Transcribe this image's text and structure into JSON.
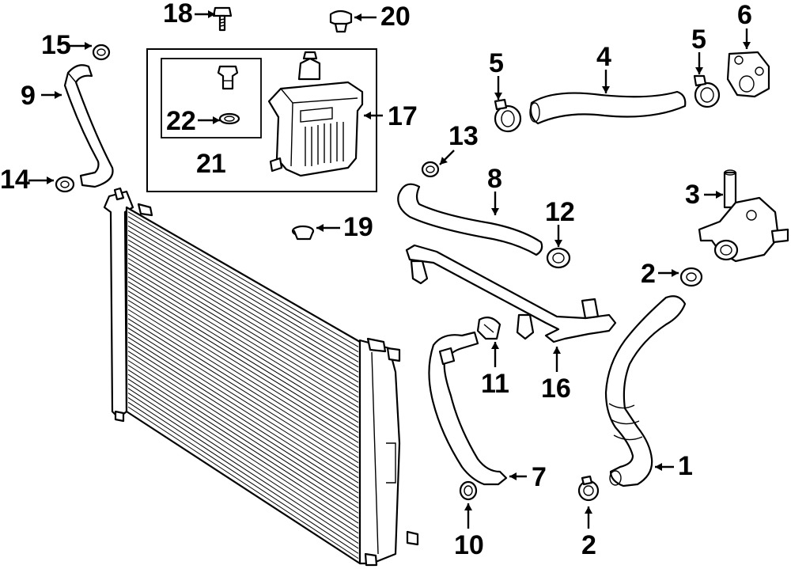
{
  "callouts": {
    "c1": "1",
    "c2a": "2",
    "c2b": "2",
    "c3": "3",
    "c4": "4",
    "c5a": "5",
    "c5b": "5",
    "c6": "6",
    "c7": "7",
    "c8": "8",
    "c9": "9",
    "c10": "10",
    "c11": "11",
    "c12": "12",
    "c13": "13",
    "c14": "14",
    "c15": "15",
    "c16": "16",
    "c17": "17",
    "c18": "18",
    "c19": "19",
    "c20": "20",
    "c21": "21",
    "c22": "22"
  }
}
